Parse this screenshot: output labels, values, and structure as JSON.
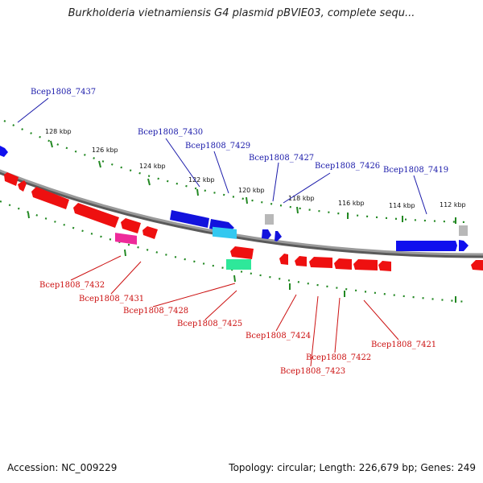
{
  "title": "Burkholderia vietnamiensis G4 plasmid pBVIE03, complete sequ...",
  "footer": {
    "accession": "Accession: NC_009229",
    "summary": "Topology: circular; Length: 226,679 bp; Genes: 249"
  },
  "colors": {
    "forward_gene": "#1010ee",
    "reverse_gene": "#ee1010",
    "forward_label": "#1a1aaa",
    "reverse_label": "#cc1111",
    "tick": "#228822",
    "backbone": "#8a8a8a",
    "highlight_cyan": "#33c8f0",
    "highlight_magenta": "#ee2a9a",
    "highlight_green": "#2ee89a",
    "gray_gene": "#b8b8b8"
  },
  "ticks": [
    {
      "label": "128 kbp"
    },
    {
      "label": "126 kbp"
    },
    {
      "label": "124 kbp"
    },
    {
      "label": "122 kbp"
    },
    {
      "label": "120 kbp"
    },
    {
      "label": "118 kbp"
    },
    {
      "label": "116 kbp"
    },
    {
      "label": "114 kbp"
    },
    {
      "label": "112 kbp"
    }
  ],
  "forward_labels": [
    {
      "text": "Bcep1808_7437"
    },
    {
      "text": "Bcep1808_7430"
    },
    {
      "text": "Bcep1808_7429"
    },
    {
      "text": "Bcep1808_7427"
    },
    {
      "text": "Bcep1808_7426"
    },
    {
      "text": "Bcep1808_7419"
    }
  ],
  "reverse_labels": [
    {
      "text": "Bcep1808_7432"
    },
    {
      "text": "Bcep1808_7431"
    },
    {
      "text": "Bcep1808_7428"
    },
    {
      "text": "Bcep1808_7425"
    },
    {
      "text": "Bcep1808_7424"
    },
    {
      "text": "Bcep1808_7421"
    },
    {
      "text": "Bcep1808_7422"
    },
    {
      "text": "Bcep1808_7423"
    }
  ]
}
